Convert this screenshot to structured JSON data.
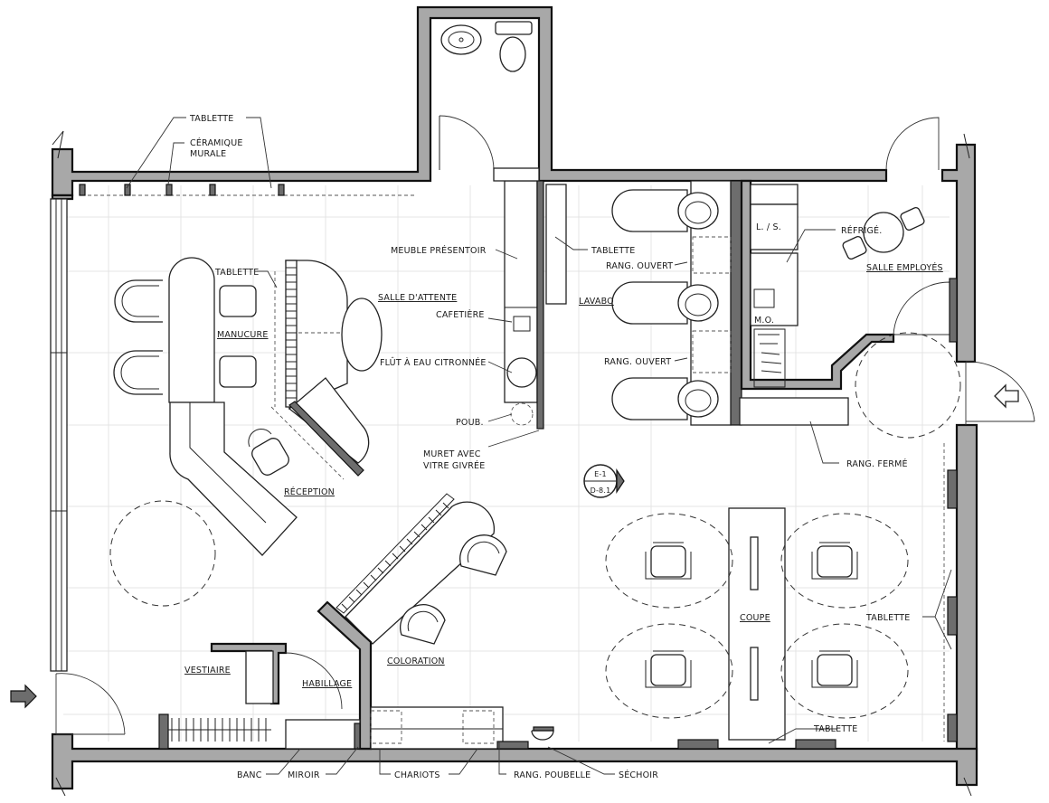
{
  "labels": {
    "tablette_top": "TABLETTE",
    "ceramique_1": "CÉRAMIQUE",
    "ceramique_2": "MURALE",
    "meuble": "MEUBLE PRÉSENTOIR",
    "tablette_lavabo": "TABLETTE",
    "rang_ouvert_1": "RANG. OUVERT",
    "rang_ouvert_2": "RANG. OUVERT",
    "ls": "L. / S.",
    "refrige": "RÉFRIGÉ.",
    "salle_employes": "SALLE EMPLOYÉS",
    "tablette_manucure": "TABLETTE",
    "salle_attente": "SALLE D'ATTENTE",
    "cafetiere": "CAFETIÈRE",
    "lavabo": "LAVABO",
    "manucure": "MANUCURE",
    "mo": "M.O.",
    "flut": "FLÛT À EAU CITRONNÉE",
    "poub": "POUB.",
    "muret_1": "MURET AVEC",
    "muret_2": "VITRE GIVRÉE",
    "rang_ferme": "RANG. FERMÉ",
    "reception": "RÉCEPTION",
    "marker_top": "E-1",
    "marker_bottom": "D-8.1",
    "coupe": "COUPE",
    "tablette_right": "TABLETTE",
    "coloration": "COLORATION",
    "vestiaire": "VESTIAIRE",
    "habillage": "HABILLAGE",
    "tablette_bottom": "TABLETTE",
    "banc": "BANC",
    "miroir": "MIROIR",
    "chariots": "CHARIOTS",
    "rang_poubelle": "RANG. POUBELLE",
    "sechoir": "SÉCHOIR"
  }
}
